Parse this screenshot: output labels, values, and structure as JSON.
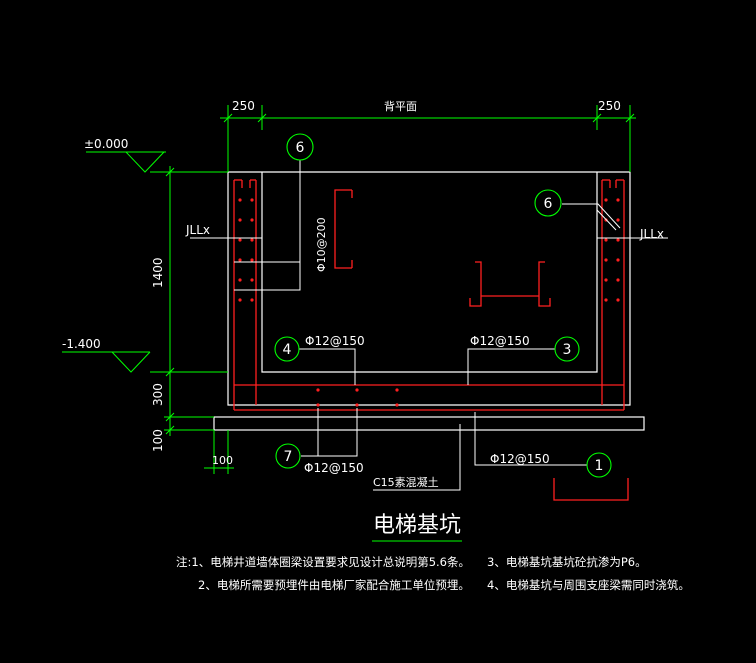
{
  "dimensions": {
    "top_left": "250",
    "top_middle": "背平面",
    "top_right": "250",
    "vertical_upper": "1400",
    "vertical_middle": "300",
    "vertical_lower": "100",
    "bottom_small": "100"
  },
  "elevations": {
    "top": "±0.000",
    "bottom": "-1.400"
  },
  "labels": {
    "jll_left": "JLLx",
    "jll_right": "JLLx",
    "rebar_vertical": "Φ10@200",
    "rebar_4": "Φ12@150",
    "rebar_3": "Φ12@150",
    "rebar_7": "Φ12@150",
    "rebar_1": "Φ12@150",
    "concrete": "C15素混凝土"
  },
  "callouts": {
    "c6_top": "6",
    "c6_right": "6",
    "c4": "4",
    "c3": "3",
    "c7": "7",
    "c1": "1"
  },
  "title": "电梯基坑",
  "notes": {
    "n1": "注:1、电梯井道墙体圈梁设置要求见设计总说明第5.6条。",
    "n2": "2、电梯所需要预埋件由电梯厂家配合施工单位预埋。",
    "n3": "3、电梯基坑基坑砼抗渗为P6。",
    "n4": "4、电梯基坑与周围支座梁需同时浇筑。"
  },
  "colors": {
    "background": "#000000",
    "outline": "#ffffff",
    "rebar": "#ff2020",
    "dimension": "#00ff00"
  }
}
